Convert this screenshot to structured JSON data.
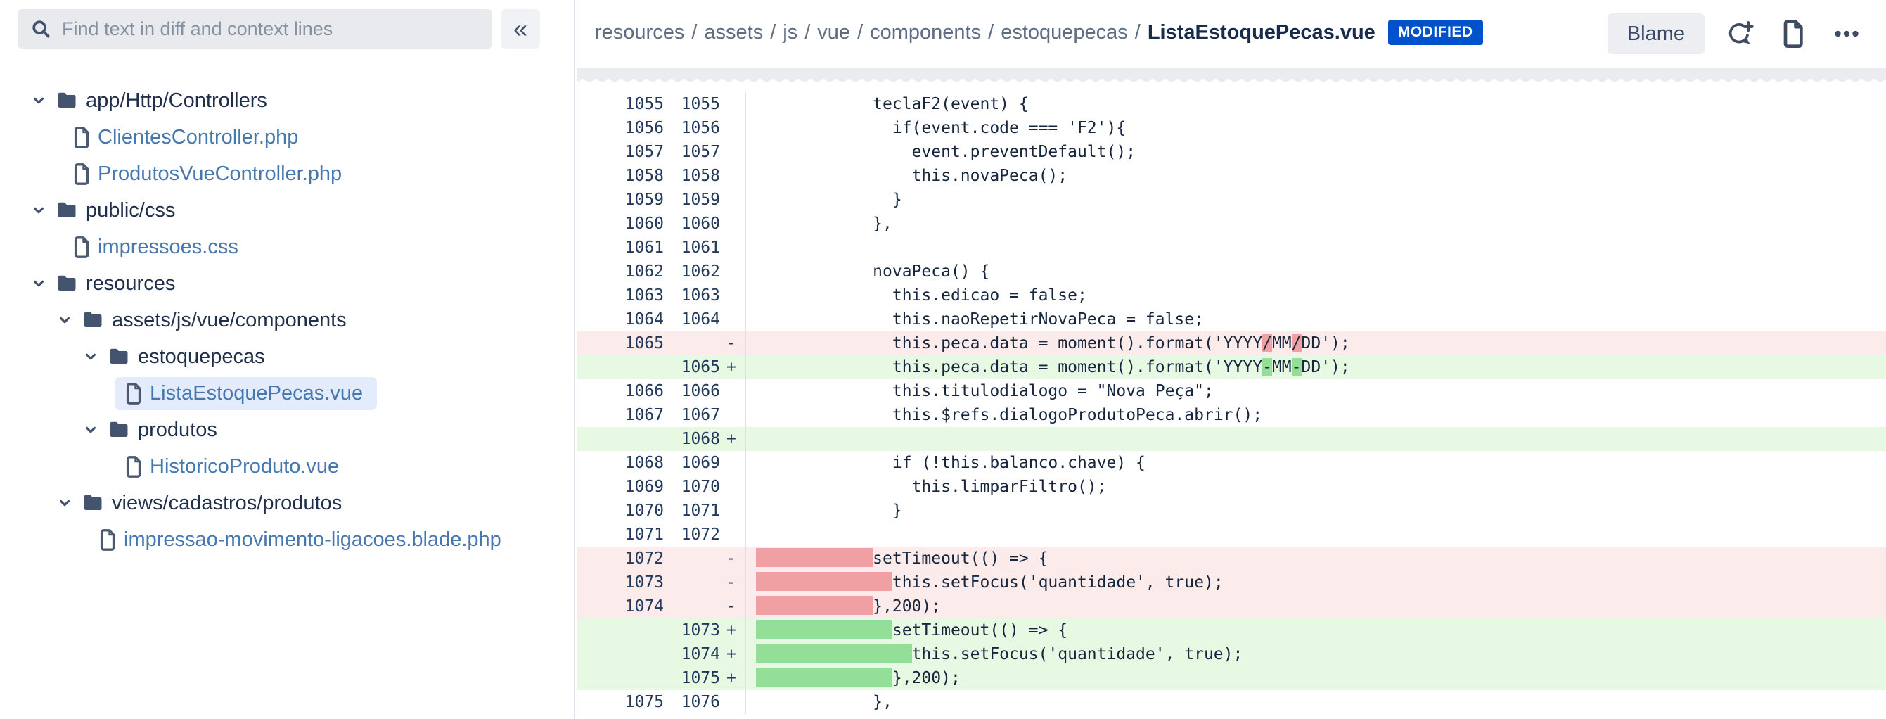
{
  "colors": {
    "accent_blue": "#0052CC",
    "link_blue": "#4678AF",
    "selected_row_bg": "#E4ECFB",
    "removed_bg": "#FBEBEA",
    "removed_emphasis": "#F0A0A3",
    "added_bg": "#E7F8E3",
    "added_emphasis": "#94DF97",
    "icon_slate": "#44546E",
    "gutter_divider": "#DFE1E6"
  },
  "icons": [
    "search-icon",
    "double-chevron-left-icon",
    "chevron-down-icon",
    "folder-icon",
    "file-icon",
    "add-comment-icon",
    "document-icon",
    "more-options-icon"
  ],
  "sidebar": {
    "search": {
      "placeholder": "Find text in diff and context lines",
      "value": ""
    },
    "collapse_label": "«",
    "tree": [
      {
        "type": "folder",
        "level": 0,
        "label": "app/Http/Controllers",
        "expanded": true
      },
      {
        "type": "file",
        "level": 0,
        "label": "ClientesController.php"
      },
      {
        "type": "file",
        "level": 0,
        "label": "ProdutosVueController.php"
      },
      {
        "type": "folder",
        "level": 0,
        "label": "public/css",
        "expanded": true
      },
      {
        "type": "file",
        "level": 0,
        "label": "impressoes.css"
      },
      {
        "type": "folder",
        "level": 0,
        "label": "resources",
        "expanded": true
      },
      {
        "type": "folder",
        "level": 1,
        "label": "assets/js/vue/components",
        "expanded": true
      },
      {
        "type": "folder",
        "level": 2,
        "label": "estoquepecas",
        "expanded": true
      },
      {
        "type": "file",
        "level": 2,
        "label": "ListaEstoquePecas.vue",
        "selected": true
      },
      {
        "type": "folder",
        "level": 2,
        "label": "produtos",
        "expanded": true
      },
      {
        "type": "file",
        "level": 2,
        "label": "HistoricoProduto.vue"
      },
      {
        "type": "folder",
        "level": 1,
        "label": "views/cadastros/produtos",
        "expanded": true
      },
      {
        "type": "file",
        "level": 1,
        "label": "impressao-movimento-ligacoes.blade.php"
      }
    ]
  },
  "header": {
    "breadcrumb": [
      "resources",
      "assets",
      "js",
      "vue",
      "components",
      "estoquepecas"
    ],
    "filename": "ListaEstoquePecas.vue",
    "status_badge": "MODIFIED",
    "blame_label": "Blame"
  },
  "diff": {
    "rows": [
      {
        "old": "1055",
        "new": "1055",
        "sign": "",
        "kind": "ctx",
        "indent": 12,
        "code": "teclaF2(event) {"
      },
      {
        "old": "1056",
        "new": "1056",
        "sign": "",
        "kind": "ctx",
        "indent": 14,
        "code": "if(event.code === 'F2'){"
      },
      {
        "old": "1057",
        "new": "1057",
        "sign": "",
        "kind": "ctx",
        "indent": 16,
        "code": "event.preventDefault();"
      },
      {
        "old": "1058",
        "new": "1058",
        "sign": "",
        "kind": "ctx",
        "indent": 16,
        "code": "this.novaPeca();"
      },
      {
        "old": "1059",
        "new": "1059",
        "sign": "",
        "kind": "ctx",
        "indent": 14,
        "code": "}"
      },
      {
        "old": "1060",
        "new": "1060",
        "sign": "",
        "kind": "ctx",
        "indent": 12,
        "code": "},"
      },
      {
        "old": "1061",
        "new": "1061",
        "sign": "",
        "kind": "ctx",
        "indent": 0,
        "code": ""
      },
      {
        "old": "1062",
        "new": "1062",
        "sign": "",
        "kind": "ctx",
        "indent": 12,
        "code": "novaPeca() {"
      },
      {
        "old": "1063",
        "new": "1063",
        "sign": "",
        "kind": "ctx",
        "indent": 14,
        "code": "this.edicao = false;"
      },
      {
        "old": "1064",
        "new": "1064",
        "sign": "",
        "kind": "ctx",
        "indent": 14,
        "code": "this.naoRepetirNovaPeca = false;"
      },
      {
        "old": "1065",
        "new": "",
        "sign": "-",
        "kind": "del",
        "indent": 14,
        "segs": [
          {
            "t": "this.peca.data = moment().format('YYYY"
          },
          {
            "t": "/",
            "em": true
          },
          {
            "t": "MM"
          },
          {
            "t": "/",
            "em": true
          },
          {
            "t": "DD');"
          }
        ]
      },
      {
        "old": "",
        "new": "1065",
        "sign": "+",
        "kind": "add",
        "indent": 14,
        "segs": [
          {
            "t": "this.peca.data = moment().format('YYYY"
          },
          {
            "t": "-",
            "em": true
          },
          {
            "t": "MM"
          },
          {
            "t": "-",
            "em": true
          },
          {
            "t": "DD');"
          }
        ]
      },
      {
        "old": "1066",
        "new": "1066",
        "sign": "",
        "kind": "ctx",
        "indent": 14,
        "code": "this.titulodialogo = \"Nova Peça\";"
      },
      {
        "old": "1067",
        "new": "1067",
        "sign": "",
        "kind": "ctx",
        "indent": 14,
        "code": "this.$refs.dialogoProdutoPeca.abrir();"
      },
      {
        "old": "",
        "new": "1068",
        "sign": "+",
        "kind": "add",
        "indent": 0,
        "code": ""
      },
      {
        "old": "1068",
        "new": "1069",
        "sign": "",
        "kind": "ctx",
        "indent": 14,
        "code": "if (!this.balanco.chave) {"
      },
      {
        "old": "1069",
        "new": "1070",
        "sign": "",
        "kind": "ctx",
        "indent": 16,
        "code": "this.limparFiltro();"
      },
      {
        "old": "1070",
        "new": "1071",
        "sign": "",
        "kind": "ctx",
        "indent": 14,
        "code": "}"
      },
      {
        "old": "1071",
        "new": "1072",
        "sign": "",
        "kind": "ctx",
        "indent": 0,
        "code": ""
      },
      {
        "old": "1072",
        "new": "",
        "sign": "-",
        "kind": "del",
        "ws": 12,
        "code": "setTimeout(() => {"
      },
      {
        "old": "1073",
        "new": "",
        "sign": "-",
        "kind": "del",
        "ws": 14,
        "code": "this.setFocus('quantidade', true);"
      },
      {
        "old": "1074",
        "new": "",
        "sign": "-",
        "kind": "del",
        "ws": 12,
        "code": "},200);"
      },
      {
        "old": "",
        "new": "1073",
        "sign": "+",
        "kind": "add",
        "ws": 14,
        "code": "setTimeout(() => {"
      },
      {
        "old": "",
        "new": "1074",
        "sign": "+",
        "kind": "add",
        "ws": 16,
        "code": "this.setFocus('quantidade', true);"
      },
      {
        "old": "",
        "new": "1075",
        "sign": "+",
        "kind": "add",
        "ws": 14,
        "code": "},200);"
      },
      {
        "old": "1075",
        "new": "1076",
        "sign": "",
        "kind": "ctx",
        "indent": 12,
        "code": "},"
      }
    ]
  }
}
